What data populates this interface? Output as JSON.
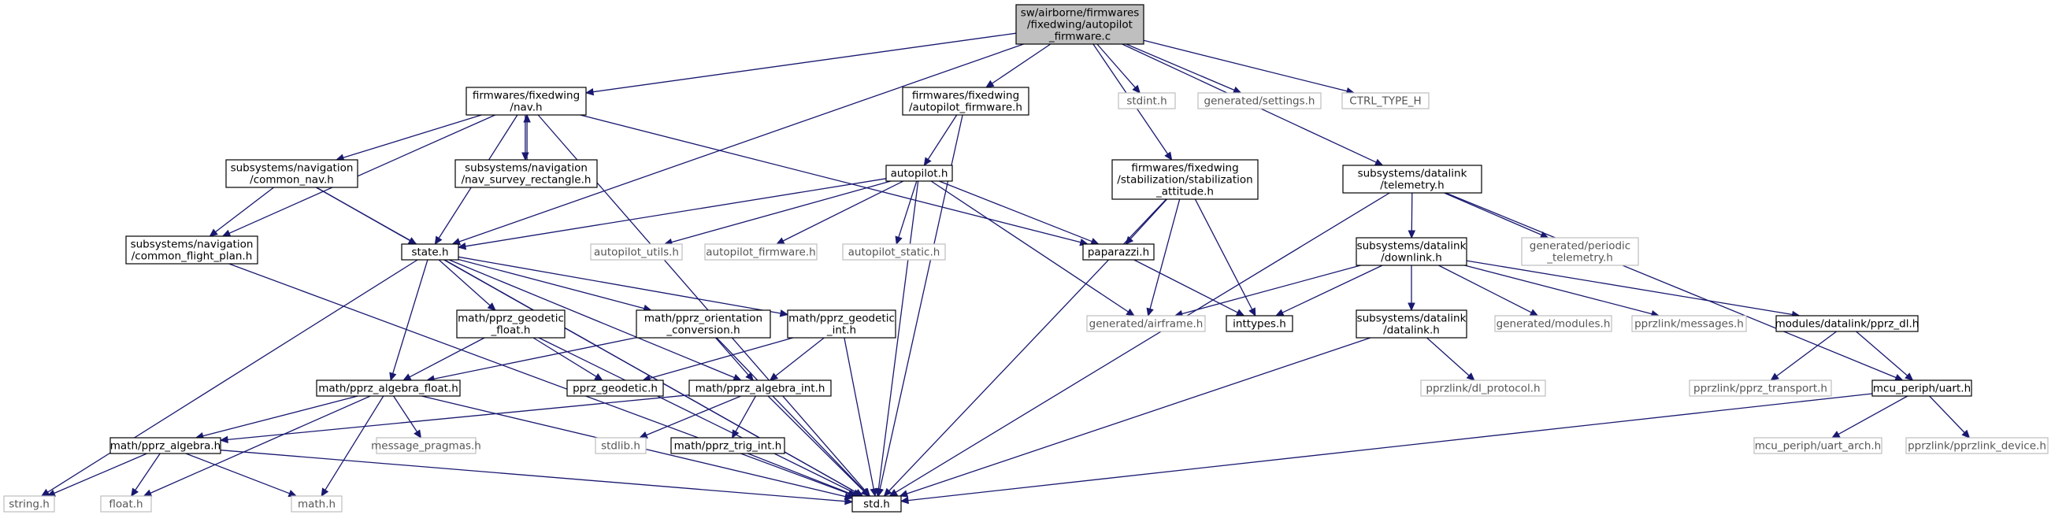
{
  "graph": {
    "colors": {
      "root_fill": "#bfbfbf",
      "node_fill": "#ffffff",
      "node_border": "#000000",
      "external_border": "#bfbfbf",
      "external_text": "#555555",
      "edge": "#191970"
    },
    "nodes": [
      {
        "id": "autopilot_firmware_c",
        "label": [
          "sw/airborne/firmwares",
          "/fixedwing/autopilot",
          "_firmware.c"
        ],
        "kind": "root"
      },
      {
        "id": "fw_nav_h",
        "label": [
          "firmwares/fixedwing",
          "/nav.h"
        ],
        "kind": "normal"
      },
      {
        "id": "fw_autopilot_firmware_h",
        "label": [
          "firmwares/fixedwing",
          "/autopilot_firmware.h"
        ],
        "kind": "normal"
      },
      {
        "id": "stdint_h",
        "label": [
          "stdint.h"
        ],
        "kind": "external"
      },
      {
        "id": "generated_settings_h",
        "label": [
          "generated/settings.h"
        ],
        "kind": "external"
      },
      {
        "id": "ctrl_type_h",
        "label": [
          "CTRL_TYPE_H"
        ],
        "kind": "external"
      },
      {
        "id": "stab_attitude_h",
        "label": [
          "firmwares/fixedwing",
          "/stabilization/stabilization",
          "_attitude.h"
        ],
        "kind": "normal"
      },
      {
        "id": "telemetry_h",
        "label": [
          "subsystems/datalink",
          "/telemetry.h"
        ],
        "kind": "normal"
      },
      {
        "id": "common_nav_h",
        "label": [
          "subsystems/navigation",
          "/common_nav.h"
        ],
        "kind": "normal"
      },
      {
        "id": "nav_survey_rectangle_h",
        "label": [
          "subsystems/navigation",
          "/nav_survey_rectangle.h"
        ],
        "kind": "normal"
      },
      {
        "id": "autopilot_h",
        "label": [
          "autopilot.h"
        ],
        "kind": "normal"
      },
      {
        "id": "common_flight_plan_h",
        "label": [
          "subsystems/navigation",
          "/common_flight_plan.h"
        ],
        "kind": "normal"
      },
      {
        "id": "state_h",
        "label": [
          "state.h"
        ],
        "kind": "normal"
      },
      {
        "id": "autopilot_utils_h",
        "label": [
          "autopilot_utils.h"
        ],
        "kind": "external"
      },
      {
        "id": "autopilot_firmware_h",
        "label": [
          "autopilot_firmware.h"
        ],
        "kind": "external"
      },
      {
        "id": "autopilot_static_h",
        "label": [
          "autopilot_static.h"
        ],
        "kind": "external"
      },
      {
        "id": "paparazzi_h",
        "label": [
          "paparazzi.h"
        ],
        "kind": "normal"
      },
      {
        "id": "downlink_h",
        "label": [
          "subsystems/datalink",
          "/downlink.h"
        ],
        "kind": "normal"
      },
      {
        "id": "periodic_telemetry_h",
        "label": [
          "generated/periodic",
          "_telemetry.h"
        ],
        "kind": "external"
      },
      {
        "id": "pprz_geodetic_float_h",
        "label": [
          "math/pprz_geodetic",
          "_float.h"
        ],
        "kind": "normal"
      },
      {
        "id": "pprz_orientation_conversion_h",
        "label": [
          "math/pprz_orientation",
          "_conversion.h"
        ],
        "kind": "normal"
      },
      {
        "id": "pprz_geodetic_int_h",
        "label": [
          "math/pprz_geodetic",
          "_int.h"
        ],
        "kind": "normal"
      },
      {
        "id": "generated_airframe_h",
        "label": [
          "generated/airframe.h"
        ],
        "kind": "external"
      },
      {
        "id": "inttypes_h",
        "label": [
          "inttypes.h"
        ],
        "kind": "normal"
      },
      {
        "id": "datalink_h",
        "label": [
          "subsystems/datalink",
          "/datalink.h"
        ],
        "kind": "normal"
      },
      {
        "id": "generated_modules_h",
        "label": [
          "generated/modules.h"
        ],
        "kind": "external"
      },
      {
        "id": "pprzlink_messages_h",
        "label": [
          "pprzlink/messages.h"
        ],
        "kind": "external"
      },
      {
        "id": "pprz_dl_h",
        "label": [
          "modules/datalink/pprz_dl.h"
        ],
        "kind": "normal"
      },
      {
        "id": "pprz_algebra_float_h",
        "label": [
          "math/pprz_algebra_float.h"
        ],
        "kind": "normal"
      },
      {
        "id": "pprz_geodetic_h",
        "label": [
          "pprz_geodetic.h"
        ],
        "kind": "normal"
      },
      {
        "id": "pprz_algebra_int_h",
        "label": [
          "math/pprz_algebra_int.h"
        ],
        "kind": "normal"
      },
      {
        "id": "dl_protocol_h",
        "label": [
          "pprzlink/dl_protocol.h"
        ],
        "kind": "external"
      },
      {
        "id": "pprz_transport_h",
        "label": [
          "pprzlink/pprz_transport.h"
        ],
        "kind": "external"
      },
      {
        "id": "uart_h",
        "label": [
          "mcu_periph/uart.h"
        ],
        "kind": "normal"
      },
      {
        "id": "pprz_algebra_h",
        "label": [
          "math/pprz_algebra.h"
        ],
        "kind": "normal"
      },
      {
        "id": "message_pragmas_h",
        "label": [
          "message_pragmas.h"
        ],
        "kind": "external"
      },
      {
        "id": "stdlib_h",
        "label": [
          "stdlib.h"
        ],
        "kind": "external"
      },
      {
        "id": "pprz_trig_int_h",
        "label": [
          "math/pprz_trig_int.h"
        ],
        "kind": "normal"
      },
      {
        "id": "uart_arch_h",
        "label": [
          "mcu_periph/uart_arch.h"
        ],
        "kind": "external"
      },
      {
        "id": "pprzlink_device_h",
        "label": [
          "pprzlink/pprzlink_device.h"
        ],
        "kind": "external"
      },
      {
        "id": "string_h",
        "label": [
          "string.h"
        ],
        "kind": "external"
      },
      {
        "id": "float_h",
        "label": [
          "float.h"
        ],
        "kind": "external"
      },
      {
        "id": "math_h",
        "label": [
          "math.h"
        ],
        "kind": "external"
      },
      {
        "id": "std_h",
        "label": [
          "std.h"
        ],
        "kind": "normal"
      }
    ],
    "edges": [
      [
        "autopilot_firmware_c",
        "fw_nav_h"
      ],
      [
        "autopilot_firmware_c",
        "fw_autopilot_firmware_h"
      ],
      [
        "autopilot_firmware_c",
        "stdint_h"
      ],
      [
        "autopilot_firmware_c",
        "generated_settings_h"
      ],
      [
        "autopilot_firmware_c",
        "ctrl_type_h"
      ],
      [
        "autopilot_firmware_c",
        "stab_attitude_h"
      ],
      [
        "autopilot_firmware_c",
        "telemetry_h"
      ],
      [
        "autopilot_firmware_c",
        "state_h"
      ],
      [
        "fw_nav_h",
        "common_nav_h"
      ],
      [
        "fw_nav_h",
        "nav_survey_rectangle_h"
      ],
      [
        "nav_survey_rectangle_h",
        "fw_nav_h"
      ],
      [
        "fw_nav_h",
        "common_flight_plan_h"
      ],
      [
        "fw_nav_h",
        "state_h"
      ],
      [
        "fw_nav_h",
        "paparazzi_h"
      ],
      [
        "fw_nav_h",
        "std_h"
      ],
      [
        "fw_autopilot_firmware_h",
        "autopilot_h"
      ],
      [
        "fw_autopilot_firmware_h",
        "std_h"
      ],
      [
        "common_nav_h",
        "common_flight_plan_h"
      ],
      [
        "common_nav_h",
        "state_h"
      ],
      [
        "common_nav_h",
        "std_h"
      ],
      [
        "common_flight_plan_h",
        "std_h"
      ],
      [
        "autopilot_h",
        "state_h"
      ],
      [
        "autopilot_h",
        "autopilot_utils_h"
      ],
      [
        "autopilot_h",
        "autopilot_firmware_h"
      ],
      [
        "autopilot_h",
        "autopilot_static_h"
      ],
      [
        "autopilot_h",
        "paparazzi_h"
      ],
      [
        "autopilot_h",
        "generated_airframe_h"
      ],
      [
        "autopilot_h",
        "std_h"
      ],
      [
        "stab_attitude_h",
        "paparazzi_h"
      ],
      [
        "stab_attitude_h",
        "generated_airframe_h"
      ],
      [
        "stab_attitude_h",
        "inttypes_h"
      ],
      [
        "stab_attitude_h",
        "std_h"
      ],
      [
        "paparazzi_h",
        "inttypes_h"
      ],
      [
        "telemetry_h",
        "downlink_h"
      ],
      [
        "telemetry_h",
        "periodic_telemetry_h"
      ],
      [
        "telemetry_h",
        "uart_h"
      ],
      [
        "telemetry_h",
        "std_h"
      ],
      [
        "downlink_h",
        "generated_airframe_h"
      ],
      [
        "downlink_h",
        "inttypes_h"
      ],
      [
        "downlink_h",
        "datalink_h"
      ],
      [
        "downlink_h",
        "generated_modules_h"
      ],
      [
        "downlink_h",
        "pprzlink_messages_h"
      ],
      [
        "downlink_h",
        "pprz_dl_h"
      ],
      [
        "datalink_h",
        "dl_protocol_h"
      ],
      [
        "datalink_h",
        "std_h"
      ],
      [
        "pprz_dl_h",
        "pprz_transport_h"
      ],
      [
        "pprz_dl_h",
        "uart_h"
      ],
      [
        "uart_h",
        "uart_arch_h"
      ],
      [
        "uart_h",
        "pprzlink_device_h"
      ],
      [
        "uart_h",
        "std_h"
      ],
      [
        "state_h",
        "pprz_geodetic_float_h"
      ],
      [
        "state_h",
        "pprz_orientation_conversion_h"
      ],
      [
        "state_h",
        "pprz_geodetic_int_h"
      ],
      [
        "state_h",
        "pprz_algebra_float_h"
      ],
      [
        "state_h",
        "pprz_algebra_int_h"
      ],
      [
        "state_h",
        "string_h"
      ],
      [
        "state_h",
        "std_h"
      ],
      [
        "pprz_geodetic_float_h",
        "pprz_algebra_float_h"
      ],
      [
        "pprz_geodetic_float_h",
        "pprz_geodetic_h"
      ],
      [
        "pprz_geodetic_float_h",
        "std_h"
      ],
      [
        "pprz_orientation_conversion_h",
        "pprz_algebra_float_h"
      ],
      [
        "pprz_orientation_conversion_h",
        "pprz_algebra_int_h"
      ],
      [
        "pprz_orientation_conversion_h",
        "std_h"
      ],
      [
        "pprz_geodetic_int_h",
        "pprz_geodetic_h"
      ],
      [
        "pprz_geodetic_int_h",
        "pprz_algebra_int_h"
      ],
      [
        "pprz_geodetic_int_h",
        "std_h"
      ],
      [
        "pprz_algebra_float_h",
        "pprz_algebra_h"
      ],
      [
        "pprz_algebra_float_h",
        "message_pragmas_h"
      ],
      [
        "pprz_algebra_float_h",
        "float_h"
      ],
      [
        "pprz_algebra_float_h",
        "math_h"
      ],
      [
        "pprz_algebra_float_h",
        "std_h"
      ],
      [
        "pprz_algebra_int_h",
        "pprz_algebra_h"
      ],
      [
        "pprz_algebra_int_h",
        "stdlib_h"
      ],
      [
        "pprz_algebra_int_h",
        "pprz_trig_int_h"
      ],
      [
        "pprz_algebra_int_h",
        "std_h"
      ],
      [
        "pprz_trig_int_h",
        "std_h"
      ],
      [
        "pprz_algebra_h",
        "string_h"
      ],
      [
        "pprz_algebra_h",
        "float_h"
      ],
      [
        "pprz_algebra_h",
        "math_h"
      ],
      [
        "pprz_algebra_h",
        "std_h"
      ]
    ]
  }
}
